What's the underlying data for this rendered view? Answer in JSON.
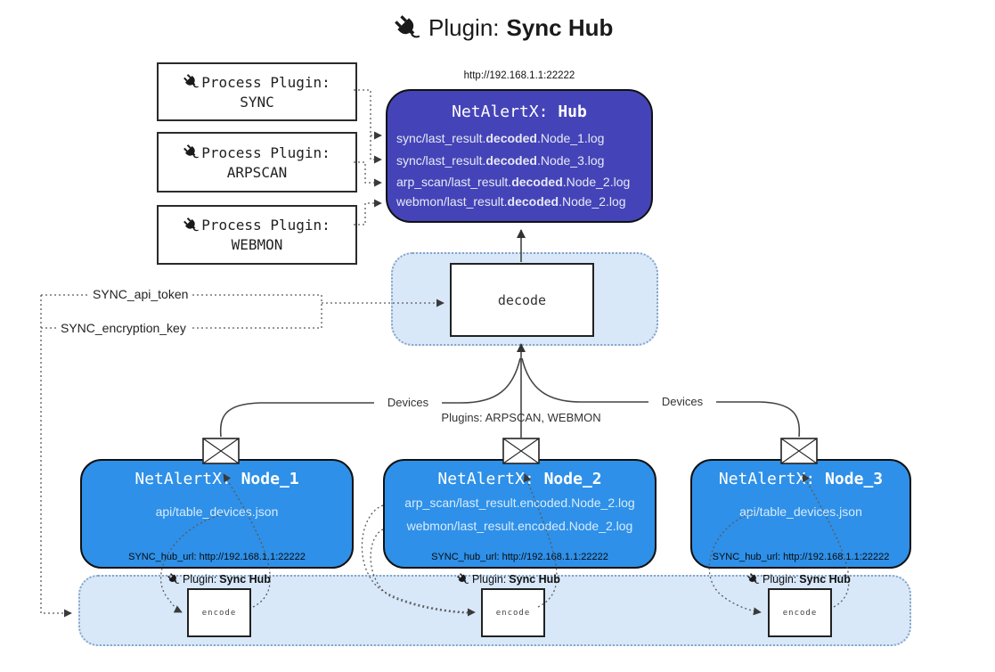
{
  "diagram_title": {
    "prefix": "Plugin:",
    "highlight": "Sync Hub"
  },
  "process_plugins": [
    {
      "label": "Process Plugin:",
      "name": "SYNC"
    },
    {
      "label": "Process Plugin:",
      "name": "ARPSCAN"
    },
    {
      "label": "Process Plugin:",
      "name": "WEBMON"
    }
  ],
  "hub": {
    "url": "http://192.168.1.1:22222",
    "title_prefix": "NetAlertX: ",
    "title_name": "Hub",
    "logs": [
      {
        "pre": "sync/last_result.",
        "bold": "decoded",
        "post": ".Node_1.log"
      },
      {
        "pre": "sync/last_result.",
        "bold": "decoded",
        "post": ".Node_3.log"
      },
      {
        "pre": "arp_scan/last_result.",
        "bold": "decoded",
        "post": ".Node_2.log"
      },
      {
        "pre": "webmon/last_result.",
        "bold": "decoded",
        "post": ".Node_2.log"
      }
    ]
  },
  "decode": {
    "label": "decode"
  },
  "keys": {
    "api_token": "SYNC_api_token",
    "encryption_key": "SYNC_encryption_key"
  },
  "edges": {
    "devices_left": "Devices",
    "devices_right": "Devices",
    "plugins_center": "Plugins: ARPSCAN, WEBMON"
  },
  "nodes": [
    {
      "title_prefix": "NetAlertX: ",
      "title_name": "Node_1",
      "files": [
        "api/table_devices.json"
      ],
      "hub_url": "SYNC_hub_url: http://192.168.1.1:22222"
    },
    {
      "title_prefix": "NetAlertX: ",
      "title_name": "Node_2",
      "files": [
        "arp_scan/last_result.encoded.Node_2.log",
        "webmon/last_result.encoded.Node_2.log"
      ],
      "hub_url": "SYNC_hub_url: http://192.168.1.1:22222"
    },
    {
      "title_prefix": "NetAlertX: ",
      "title_name": "Node_3",
      "files": [
        "api/table_devices.json"
      ],
      "hub_url": "SYNC_hub_url: http://192.168.1.1:22222"
    }
  ],
  "sync_plugin": {
    "label_prefix": "Plugin:",
    "label_name": "Sync Hub",
    "encode_label": "encode"
  },
  "colors": {
    "hub_fill": "#4444b8",
    "node_fill": "#2e90e8",
    "container_fill": "#d8e8f9",
    "container_border": "#85a4c8",
    "line": "#444444",
    "hub_text": "#e8e8f5",
    "node_text": "#d8ecfc"
  }
}
